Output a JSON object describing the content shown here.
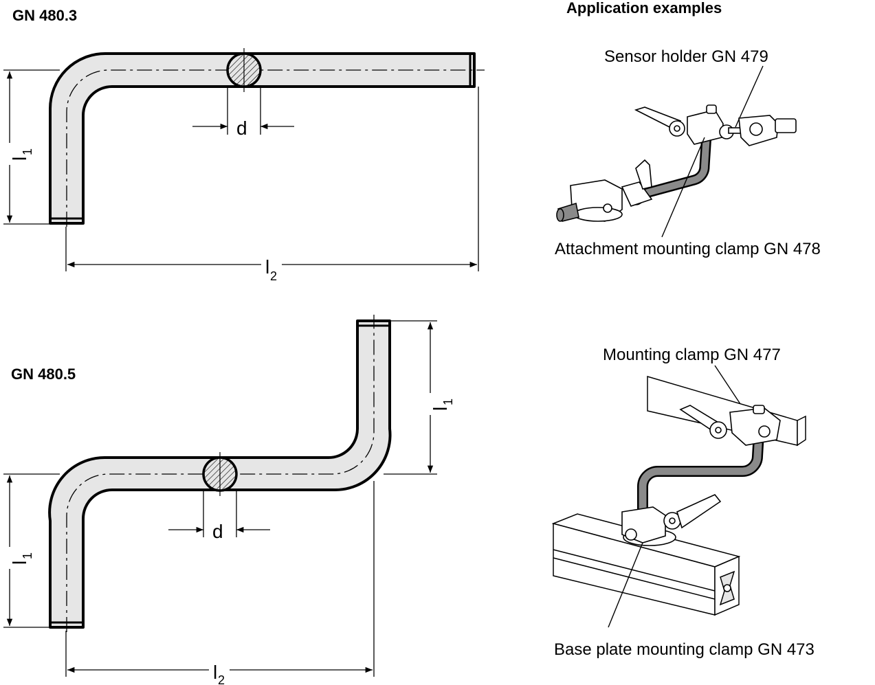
{
  "drawing_a": {
    "title": "GN 480.3",
    "dim_d": "d",
    "dim_l1": "l",
    "dim_l1_sub": "1",
    "dim_l2": "l",
    "dim_l2_sub": "2"
  },
  "drawing_b": {
    "title": "GN 480.5",
    "dim_d": "d",
    "dim_l1_lower": "l",
    "dim_l1_lower_sub": "1",
    "dim_l1_upper": "l",
    "dim_l1_upper_sub": "1",
    "dim_l2": "l",
    "dim_l2_sub": "2"
  },
  "application": {
    "heading": "Application examples",
    "example1": {
      "label_top": "Sensor holder GN 479",
      "label_bottom": "Attachment mounting clamp GN 478"
    },
    "example2": {
      "label_top": "Mounting clamp GN 477",
      "label_bottom": "Base plate mounting clamp GN 473"
    }
  },
  "colors": {
    "line": "#000000",
    "rod_fill": "#e6e6e6",
    "rod_dark": "#8a8a8a",
    "background": "#ffffff"
  }
}
